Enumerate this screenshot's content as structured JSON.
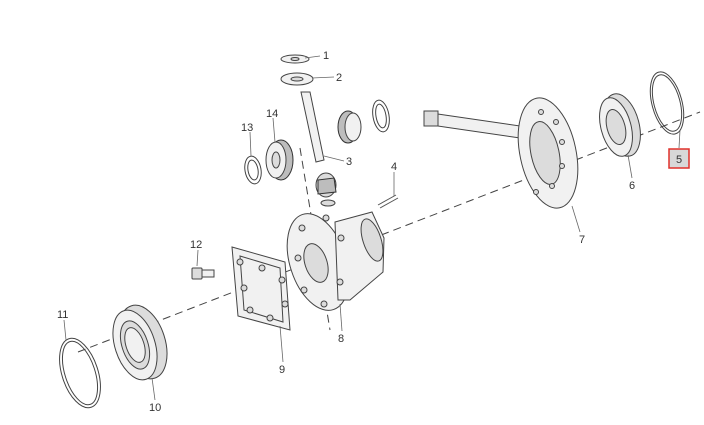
{
  "diagram": {
    "labels": {
      "p1": "1",
      "p2": "2",
      "p3": "3",
      "p4": "4",
      "p5": "5",
      "p6": "6",
      "p7": "7",
      "p8": "8",
      "p9": "9",
      "p10": "10",
      "p11": "11",
      "p12": "12",
      "p13": "13",
      "p14": "14"
    },
    "selected_part": "5",
    "colors": {
      "highlight_border": "#e0302a",
      "highlight_fill": "#d8d8d8",
      "line": "#444444"
    }
  }
}
